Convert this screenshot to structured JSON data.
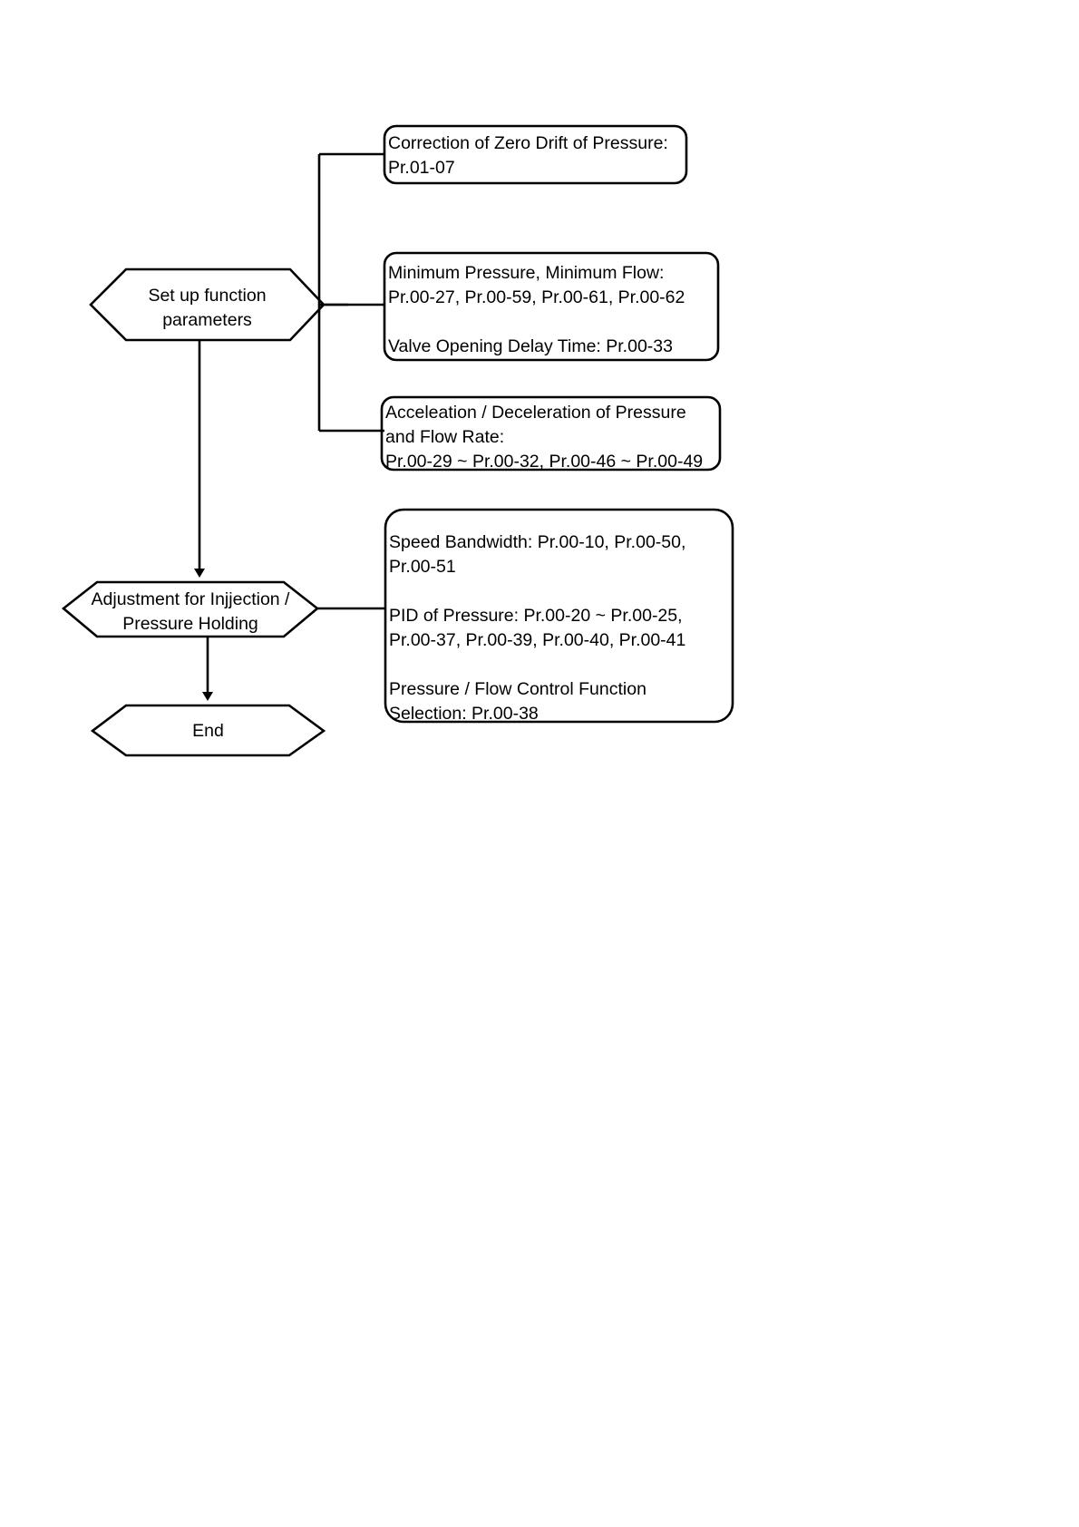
{
  "diagram": {
    "type": "flowchart",
    "title": "Parameter setup and adjustment flow",
    "nodes": [
      {
        "id": "setup",
        "shape": "hexagon",
        "label": "Set up function\nparameters"
      },
      {
        "id": "adjustment",
        "shape": "hexagon",
        "label": "Adjustment for Injjection /\nPressure Holding"
      },
      {
        "id": "end",
        "shape": "hexagon",
        "label": "End"
      }
    ],
    "annotations": [
      {
        "id": "zero-drift",
        "shape": "rounded-rect",
        "attached_to": "setup",
        "lines": [
          "Correction of Zero Drift of Pressure:",
          "Pr.01-07"
        ],
        "text": "Correction of Zero Drift of Pressure:\nPr.01-07"
      },
      {
        "id": "minimum-pressure-flow",
        "shape": "rounded-rect",
        "attached_to": "setup",
        "lines": [
          "Minimum Pressure, Minimum Flow:",
          "Pr.00-27, Pr.00-59, Pr.00-61, Pr.00-62",
          "",
          "Valve Opening Delay Time: Pr.00-33"
        ],
        "text": "Minimum Pressure, Minimum Flow:\nPr.00-27, Pr.00-59, Pr.00-61, Pr.00-62\n\nValve Opening Delay Time: Pr.00-33"
      },
      {
        "id": "accel-decel",
        "shape": "rounded-rect",
        "attached_to": "setup",
        "lines": [
          "Acceleation / Deceleration of Pressure",
          "and Flow Rate:",
          "Pr.00-29 ~ Pr.00-32, Pr.00-46 ~ Pr.00-49"
        ],
        "text": "Acceleation / Deceleration of Pressure\nand Flow Rate:\nPr.00-29 ~ Pr.00-32, Pr.00-46 ~ Pr.00-49"
      },
      {
        "id": "injection-adjustment",
        "shape": "rounded-rect",
        "attached_to": "adjustment",
        "lines": [
          "Speed Bandwidth: Pr.00-10, Pr.00-50,",
          "Pr.00-51",
          "",
          "PID of Pressure: Pr.00-20 ~ Pr.00-25,",
          "Pr.00-37, Pr.00-39, Pr.00-40, Pr.00-41",
          "",
          "Pressure / Flow Control Function",
          "Selection: Pr.00-38"
        ],
        "text": "Speed Bandwidth: Pr.00-10, Pr.00-50,\nPr.00-51\n\nPID of Pressure: Pr.00-20 ~ Pr.00-25,\nPr.00-37, Pr.00-39, Pr.00-40, Pr.00-41\n\nPressure / Flow Control Function\nSelection: Pr.00-38"
      }
    ],
    "edges": [
      {
        "from": "setup",
        "to": "adjustment",
        "arrow": true
      },
      {
        "from": "adjustment",
        "to": "end",
        "arrow": true
      },
      {
        "from": "setup",
        "to": "zero-drift",
        "arrow": false
      },
      {
        "from": "setup",
        "to": "minimum-pressure-flow",
        "arrow": false
      },
      {
        "from": "setup",
        "to": "accel-decel",
        "arrow": false
      },
      {
        "from": "adjustment",
        "to": "injection-adjustment",
        "arrow": false
      }
    ],
    "colors": {
      "stroke": "#000000",
      "fill": "#ffffff",
      "text": "#000000"
    }
  }
}
